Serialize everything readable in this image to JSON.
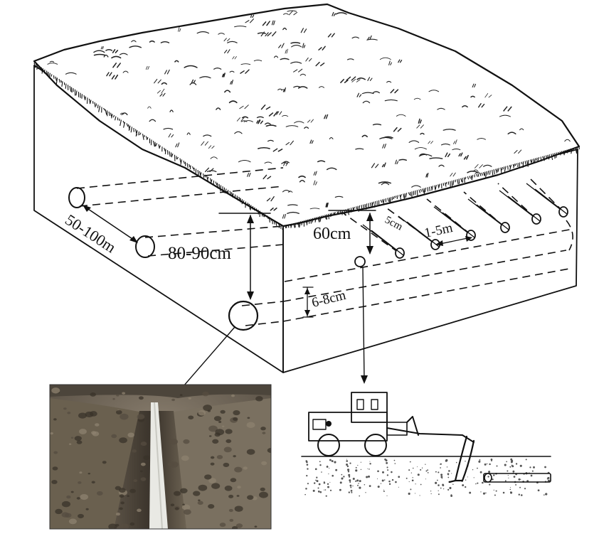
{
  "labels": {
    "spacing_main": "50-100m",
    "depth_main": "80-90cm",
    "depth_lateral": "60cm",
    "pipe_diameter": "6-8cm",
    "lateral_spacing": "1-5m",
    "lateral_diameter": "5cm"
  },
  "colors": {
    "ink": "#111111",
    "soil_dark": "#3f3a33",
    "soil_mid": "#6b6254",
    "soil_light": "#8c8273",
    "pipe_white": "#e9e9e4"
  }
}
